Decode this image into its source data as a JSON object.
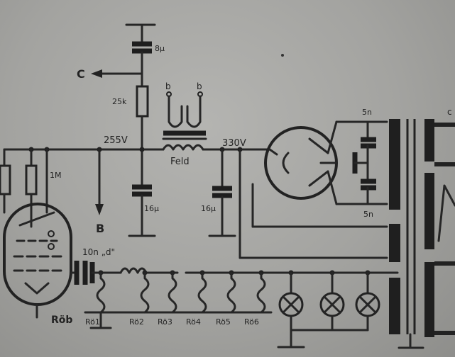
{
  "labels": {
    "cap_top": "8µ",
    "node_c": "C",
    "r_25k": "25k",
    "b_left": "b",
    "b_right": "b",
    "v255": "255V",
    "v330": "330V",
    "feld": "Feld",
    "cap_16a": "16µ",
    "cap_16b": "16µ",
    "node_b": "B",
    "r_1m": "1M",
    "cap_10n": "10n „d\"",
    "cap_5n_top": "5n",
    "cap_5n_bot": "5n",
    "roeb": "Röb",
    "roe1": "Rö1",
    "roe2": "Rö2",
    "roe3": "Rö3",
    "roe4": "Rö4",
    "roe5": "Rö5",
    "roe6": "Rö6",
    "edge_c": "c"
  }
}
